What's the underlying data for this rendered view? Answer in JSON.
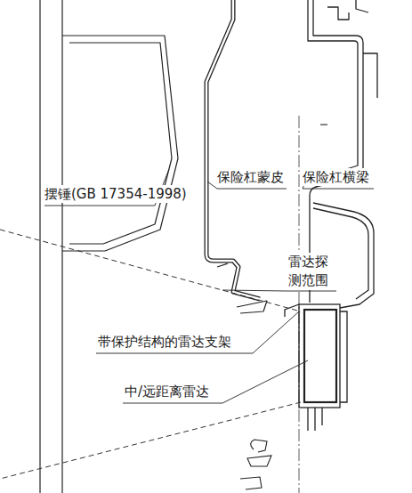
{
  "diagram": {
    "labels": [
      "摆锤(GB 17354-1998)",
      "保险杠蒙皮",
      "保险杠横梁",
      "雷达探 测范围",
      "带保护结构的雷达支架",
      "中/远距离雷达"
    ]
  }
}
